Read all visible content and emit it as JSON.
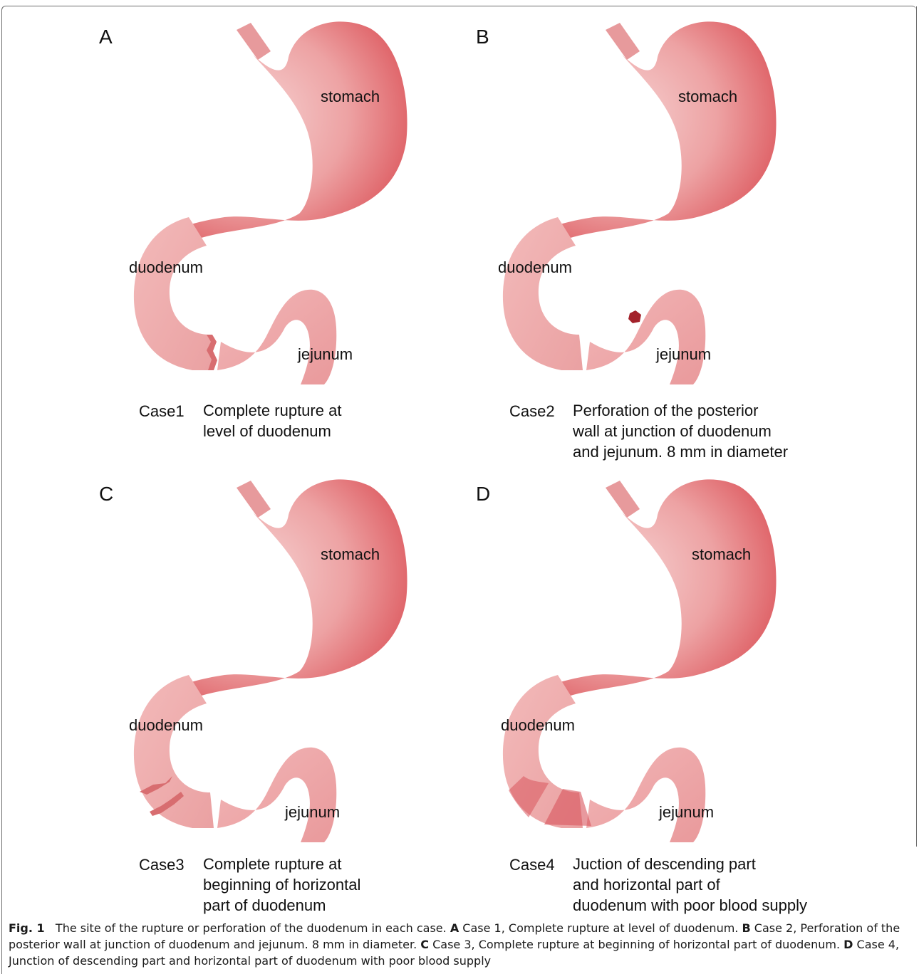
{
  "colors": {
    "organ_light": "#f4c6c6",
    "organ_mid": "#ee9f9f",
    "organ_dark": "#dc5a5f",
    "lesion": "#a3222b"
  },
  "panels": [
    {
      "letter": "A",
      "stomach": "stomach",
      "duodenum": "duodenum",
      "jejunum": "jejunum",
      "case_id": "Case1",
      "case_desc": "Complete rupture at\nlevel of duodenum"
    },
    {
      "letter": "B",
      "stomach": "stomach",
      "duodenum": "duodenum",
      "jejunum": "jejunum",
      "case_id": "Case2",
      "case_desc": "Perforation of the posterior\nwall at junction of duodenum\nand jejunum. 8 mm in diameter"
    },
    {
      "letter": "C",
      "stomach": "stomach",
      "duodenum": "duodenum",
      "jejunum": "jejunum",
      "case_id": "Case3",
      "case_desc": "Complete rupture at\nbeginning of horizontal\npart of duodenum"
    },
    {
      "letter": "D",
      "stomach": "stomach",
      "duodenum": "duodenum",
      "jejunum": "jejunum",
      "case_id": "Case4",
      "case_desc": "Juction of descending part\nand horizontal part of\nduodenum with poor blood supply"
    }
  ],
  "caption": {
    "fig_label": "Fig. 1",
    "intro": "The site of the rupture or perforation of the duodenum in each case.",
    "items": [
      {
        "letter": "A",
        "text": "Case 1, Complete rupture at level of duodenum."
      },
      {
        "letter": "B",
        "text": "Case 2, Perforation of the posterior wall at junction of duodenum and jejunum. 8 mm in diameter."
      },
      {
        "letter": "C",
        "text": "Case 3, Complete rupture at beginning of horizontal part of duodenum."
      },
      {
        "letter": "D",
        "text": "Case 4, Junction of descending part and horizontal part of duodenum with poor blood supply"
      }
    ]
  }
}
